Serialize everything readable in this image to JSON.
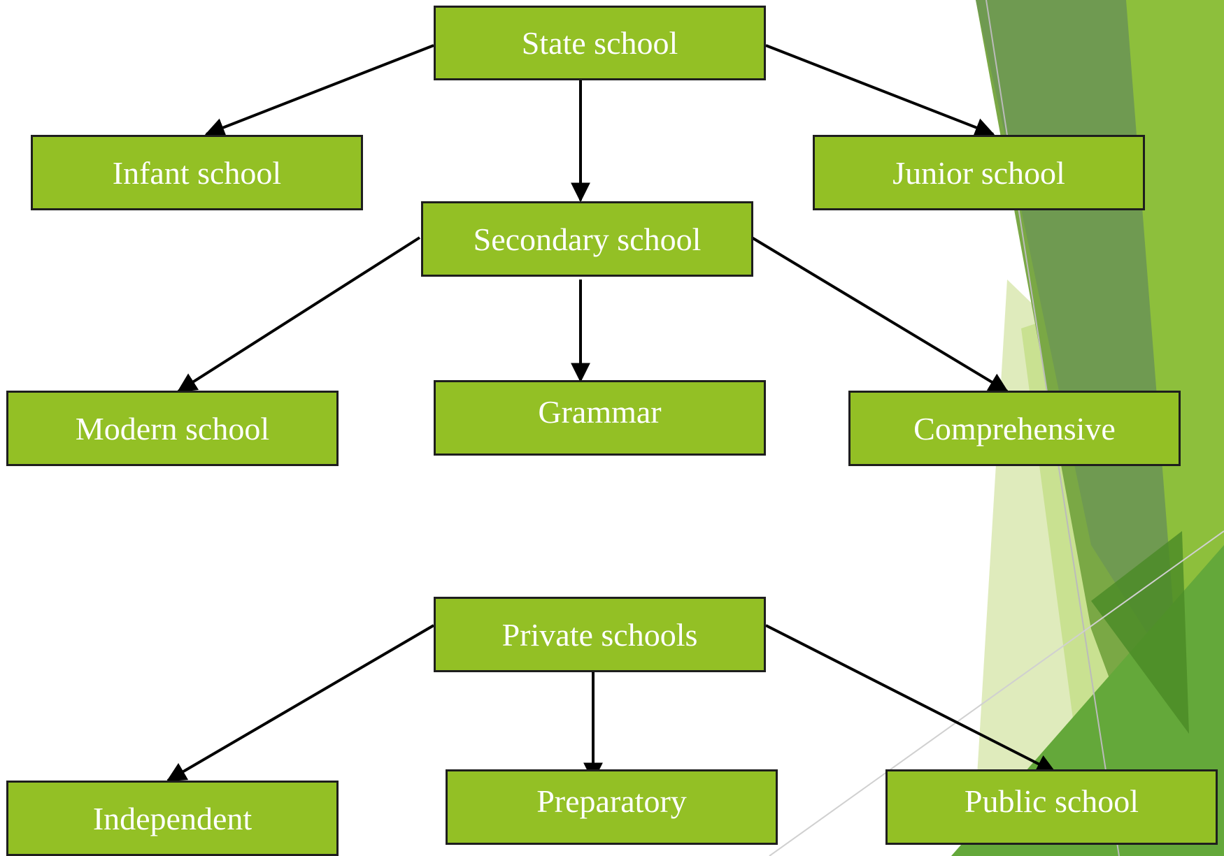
{
  "colors": {
    "box_fill": "#93c025",
    "box_border": "#1e1e1e",
    "box_text": "#ffffff",
    "arrow": "#000000",
    "accent_dark": "#4d8a20",
    "accent_mid": "#7aaa38",
    "accent_light": "#c9e08c"
  },
  "diagram": {
    "state_school": "State school",
    "infant_school": "Infant school",
    "junior_school": "Junior school",
    "secondary_school": "Secondary school",
    "modern_school": "Modern school",
    "grammar": "Grammar",
    "comprehensive": "Comprehensive",
    "private_schools": "Private schools",
    "independent": "Independent",
    "preparatory": "Preparatory",
    "public_school": "Public school"
  },
  "edges": [
    [
      "state_school",
      "infant_school"
    ],
    [
      "state_school",
      "secondary_school"
    ],
    [
      "state_school",
      "junior_school"
    ],
    [
      "secondary_school",
      "modern_school"
    ],
    [
      "secondary_school",
      "grammar"
    ],
    [
      "secondary_school",
      "comprehensive"
    ],
    [
      "private_schools",
      "independent"
    ],
    [
      "private_schools",
      "preparatory"
    ],
    [
      "private_schools",
      "public_school"
    ]
  ]
}
